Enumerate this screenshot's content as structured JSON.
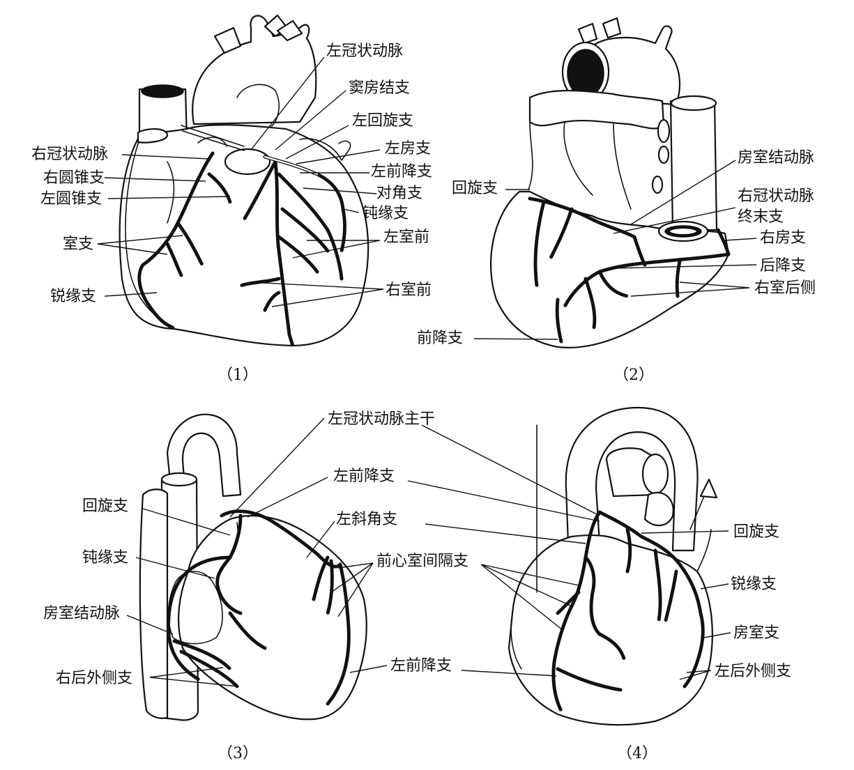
{
  "panels": [
    {
      "caption": "（1）",
      "labels": [
        "左冠状动脉",
        "窦房结支",
        "左回旋支",
        "左房支",
        "左前降支",
        "对角支",
        "钝缘支",
        "左室前",
        "右室前",
        "右冠状动脉",
        "右圆锥支",
        "左圆锥支",
        "室支",
        "锐缘支"
      ]
    },
    {
      "caption": "（2）",
      "labels": [
        "房室结动脉",
        "回旋支",
        "右冠状动脉",
        "终末支",
        "右房支",
        "后降支",
        "右室后侧",
        "前降支"
      ]
    },
    {
      "caption": "（3）",
      "labels": [
        "左冠状动脉主干",
        "左前降支",
        "回旋支",
        "左斜角支",
        "前心室间隔支",
        "钝缘支",
        "房室结动脉",
        "右后外侧支",
        "左前降支"
      ]
    },
    {
      "caption": "（4）",
      "labels": [
        "回旋支",
        "锐缘支",
        "房室支",
        "左后外侧支"
      ]
    }
  ]
}
